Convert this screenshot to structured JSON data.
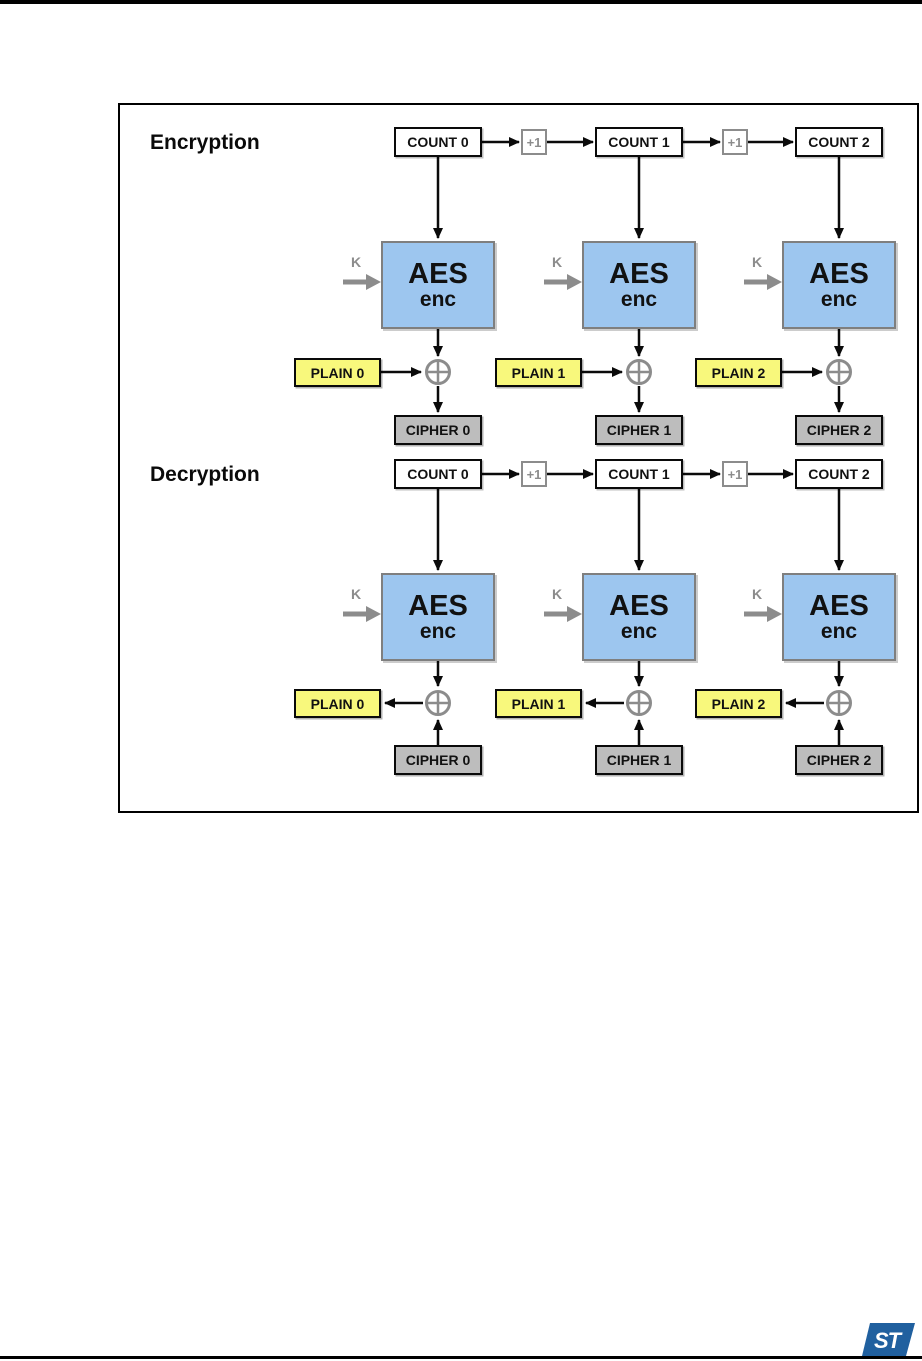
{
  "figure": {
    "sections": [
      {
        "label": "Encryption",
        "counters": [
          "COUNT 0",
          "COUNT 1",
          "COUNT 2"
        ],
        "plains": [
          "PLAIN 0",
          "PLAIN 1",
          "PLAIN 2"
        ],
        "ciphers": [
          "CIPHER 0",
          "CIPHER 1",
          "CIPHER 2"
        ]
      },
      {
        "label": "Decryption",
        "counters": [
          "COUNT 0",
          "COUNT 1",
          "COUNT 2"
        ],
        "plains": [
          "PLAIN 0",
          "PLAIN 1",
          "PLAIN 2"
        ],
        "ciphers": [
          "CIPHER 0",
          "CIPHER 1",
          "CIPHER 2"
        ]
      }
    ],
    "incrementer_label": "+1",
    "key_label": "K",
    "aes_block": {
      "title": "AES",
      "subtitle": "enc"
    },
    "colors": {
      "aes_fill": "#9dc6ef",
      "aes_border": "#7f7f7f",
      "plain_fill": "#f8f87c",
      "cipher_fill": "#bdbdbd",
      "accent_gray": "#8c8c8c",
      "logo_blue": "#20609f"
    }
  },
  "footer": {
    "logo_text": "ST"
  }
}
